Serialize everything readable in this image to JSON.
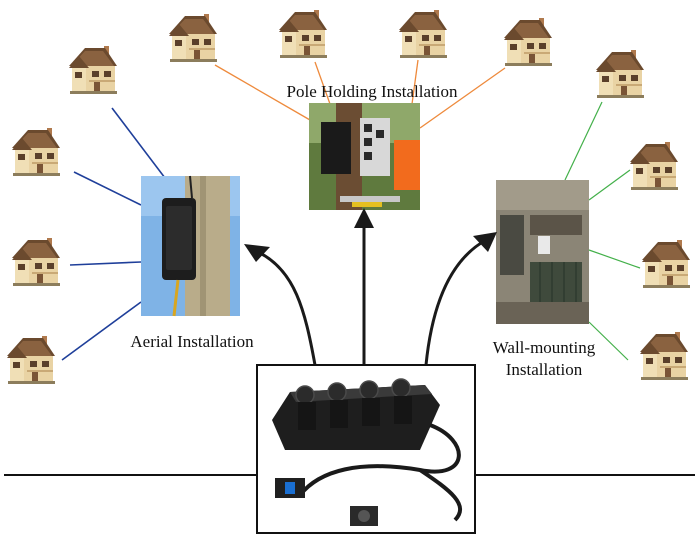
{
  "labels": {
    "pole_holding": "Pole Holding Installation",
    "aerial": "Aerial Installation",
    "wall_line1": "Wall-mounting",
    "wall_line2": "Installation"
  },
  "icons": {
    "house": "house-icon",
    "device": "fiber-terminal-box",
    "arrow": "curved-arrow"
  },
  "colors": {
    "aerial_lines": "#1f3f9a",
    "pole_lines": "#ee8a3c",
    "wall_lines": "#43b04a",
    "ground_line": "#111111",
    "arrows": "#1a1a1a"
  }
}
